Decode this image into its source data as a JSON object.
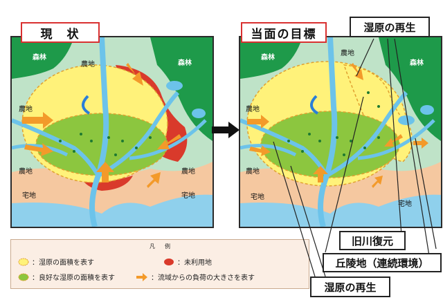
{
  "panels": {
    "left_title": "現　状",
    "right_title": "当面の目標"
  },
  "map_labels": {
    "forest": "森林",
    "farmland": "農地",
    "residential": "宅地"
  },
  "callouts": {
    "wetland_top": "湿原の再生",
    "old_river": "旧川復元",
    "hill_land": "丘陵地（連続環境）",
    "wetland_bottom": "湿原の再生"
  },
  "legend": {
    "title": "凡例",
    "yellow": "：湿原の面積を表す",
    "green": "：良好な湿原の面積を表す",
    "red": "：未利用地",
    "orange": "：流域からの負荷の大きさを表す"
  },
  "colors": {
    "forest": "#1e9a4a",
    "farmland": "#bfe3c8",
    "residential": "#f5c8a0",
    "water": "#8fd0ec",
    "river": "#6cc3ea",
    "wetland_yellow": "#fff27a",
    "wetland_green": "#8cc63f",
    "unused_red": "#d93a2b",
    "load_orange": "#f39a2a",
    "title_border": "#d93030"
  }
}
